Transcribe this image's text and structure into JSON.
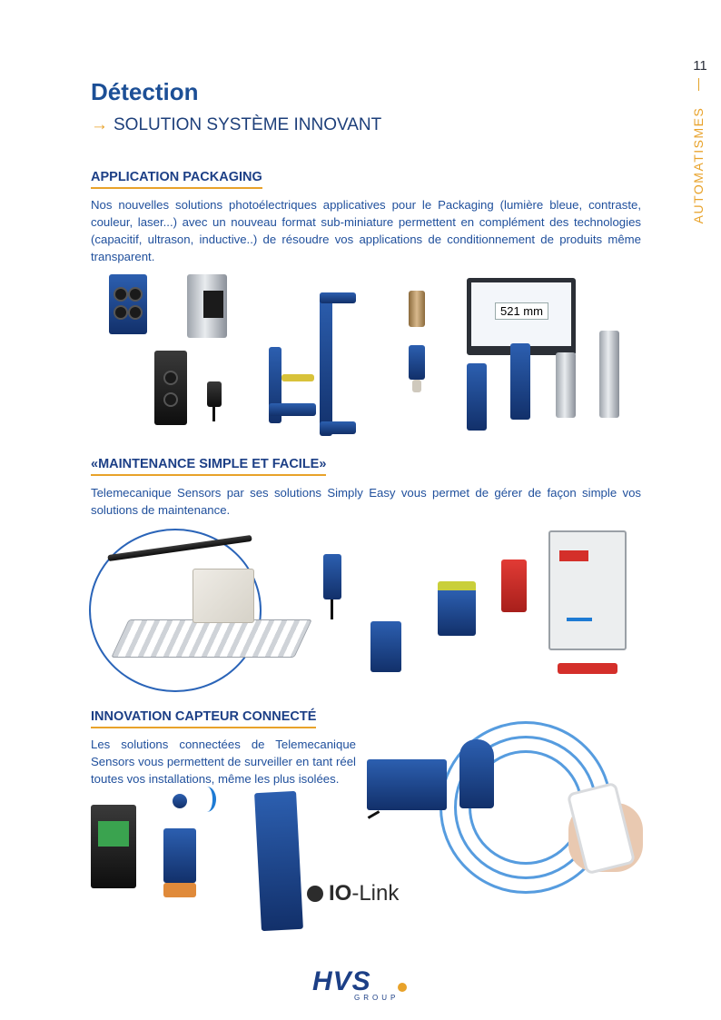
{
  "page_number": "11",
  "side_tab": "AUTOMATISMES",
  "title": "Détection",
  "subtitle": "SOLUTION SYSTÈME INNOVANT",
  "subtitle_icon": "arrow-right-icon",
  "sections": {
    "packaging": {
      "heading": "APPLICATION PACKAGING",
      "text": "Nos nouvelles solutions photoélectriques applicatives pour le Packaging (lumière bleue, contraste, couleur, laser...) avec un nouveau format sub-miniature permettent en complément des technologies (capacitif, ultrason, inductive..) de résoudre vos applications de conditionnement de produits même transparent.",
      "monitor_readout": "521 mm"
    },
    "maintenance": {
      "heading": "«MAINTENANCE SIMPLE ET FACILE»",
      "text": "Telemecanique Sensors par ses solutions Simply Easy vous permet de gérer de façon simple vos solutions de maintenance."
    },
    "connected": {
      "heading": "INNOVATION CAPTEUR CONNECTÉ",
      "text": "Les solutions connectées de Telemecanique Sensors vous permettent de surveiller en tant réel toutes vos installations, même les plus isolées.",
      "iolink_bold": "IO",
      "iolink_rest": "-Link"
    }
  },
  "footer": {
    "logo_text": "HVS",
    "logo_sub": "GROUP"
  },
  "colors": {
    "accent": "#e8a22a",
    "heading_blue": "#1c3f86",
    "text_blue": "#1f4f9c"
  }
}
